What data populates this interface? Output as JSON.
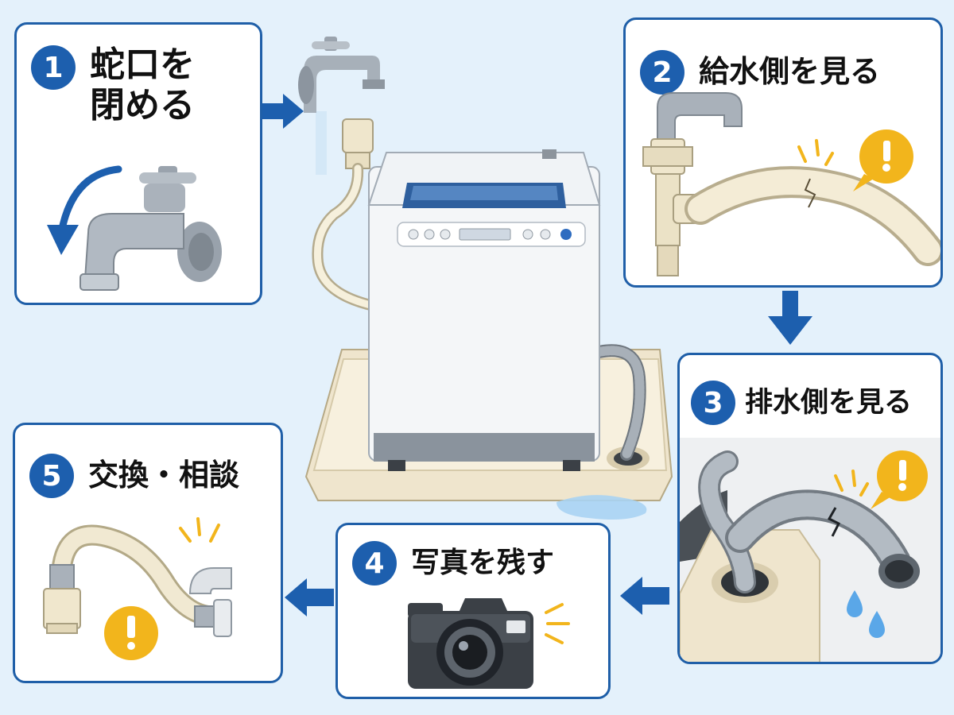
{
  "steps": [
    {
      "number": "1",
      "title": "蛇口を閉める"
    },
    {
      "number": "2",
      "title": "給水側を見る"
    },
    {
      "number": "3",
      "title": "排水側を見る"
    },
    {
      "number": "4",
      "title": "写真を残す"
    },
    {
      "number": "5",
      "title": "交換・相談"
    }
  ],
  "icons": {
    "alert": "exclamation-icon",
    "rotate": "counterclockwise-arrow-icon",
    "flow": "arrow-icon"
  },
  "colors": {
    "background": "#e4f1fb",
    "primary_blue": "#1d5fae",
    "warning_yellow": "#f2b51c",
    "card_white": "#ffffff"
  }
}
